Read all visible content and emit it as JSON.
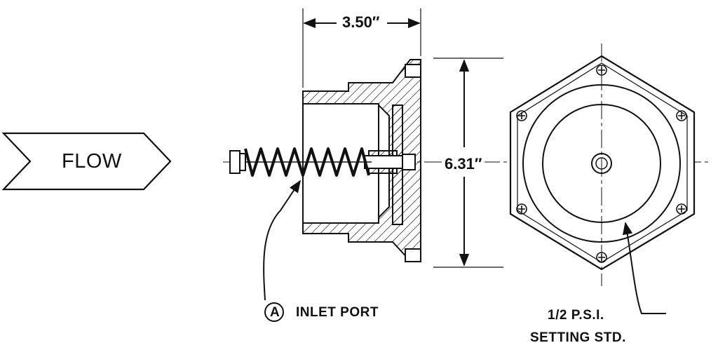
{
  "diagram": {
    "flow_label": "FLOW",
    "dimension_width": "3.50″",
    "dimension_height": "6.31″",
    "callout_letter": "A",
    "inlet_label": "INLET PORT",
    "setting_line1": "1/2 P.S.I.",
    "setting_line2": "SETTING STD."
  },
  "colors": {
    "ink": "#111111",
    "background": "#ffffff"
  }
}
